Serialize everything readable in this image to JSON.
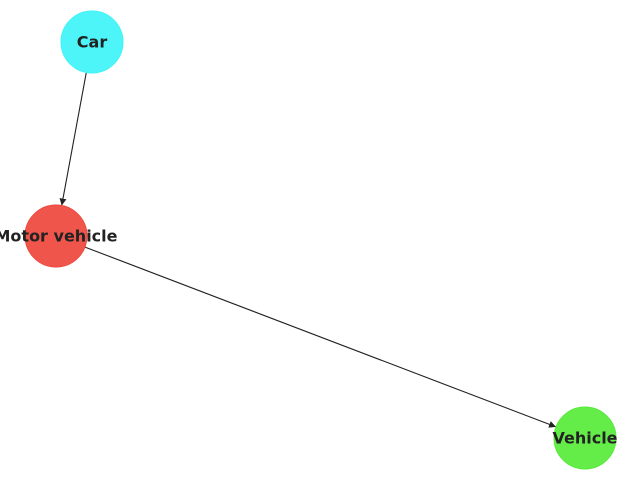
{
  "diagram": {
    "type": "directed-graph",
    "nodes": [
      {
        "id": "car",
        "label": "Car",
        "color": "#3ef4f7"
      },
      {
        "id": "motor-vehicle",
        "label": "Motor vehicle",
        "color": "#ef473d"
      },
      {
        "id": "vehicle",
        "label": "Vehicle",
        "color": "#57ea39"
      }
    ],
    "edges": [
      {
        "from": "car",
        "to": "motor-vehicle"
      },
      {
        "from": "motor-vehicle",
        "to": "vehicle"
      }
    ]
  }
}
